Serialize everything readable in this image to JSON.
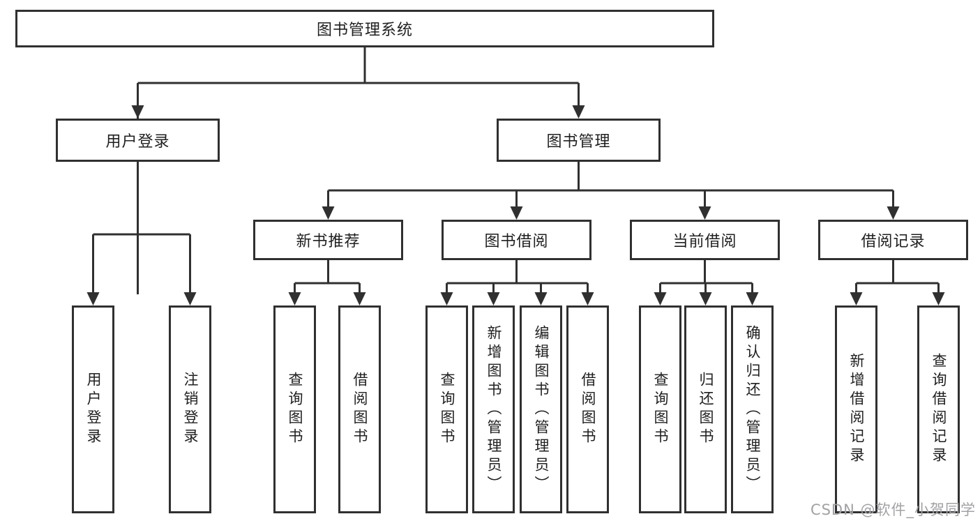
{
  "diagram": {
    "root": "图书管理系统",
    "user_login": {
      "label": "用户登录",
      "children": [
        "用户登录",
        "注销登录"
      ]
    },
    "book_mgmt": {
      "label": "图书管理",
      "sections": {
        "new_book": {
          "label": "新书推荐",
          "children": [
            "查询图书",
            "借阅图书"
          ]
        },
        "book_borrow": {
          "label": "图书借阅",
          "children": [
            "查询图书",
            "新增图书（管理员）",
            "编辑图书（管理员）",
            "借阅图书"
          ]
        },
        "current_borrow": {
          "label": "当前借阅",
          "children": [
            "查询图书",
            "归还图书",
            "确认归还（管理员）"
          ]
        },
        "borrow_record": {
          "label": "借阅记录",
          "children": [
            "新增借阅记录",
            "查询借阅记录"
          ]
        }
      }
    }
  },
  "watermark": "CSDN @软件_小贺同学",
  "colors": {
    "line": "#303030",
    "box_background": "#ffffff",
    "text": "#1f1f1f",
    "watermark": "#a2a2a6",
    "page_background": "#ffffff"
  }
}
